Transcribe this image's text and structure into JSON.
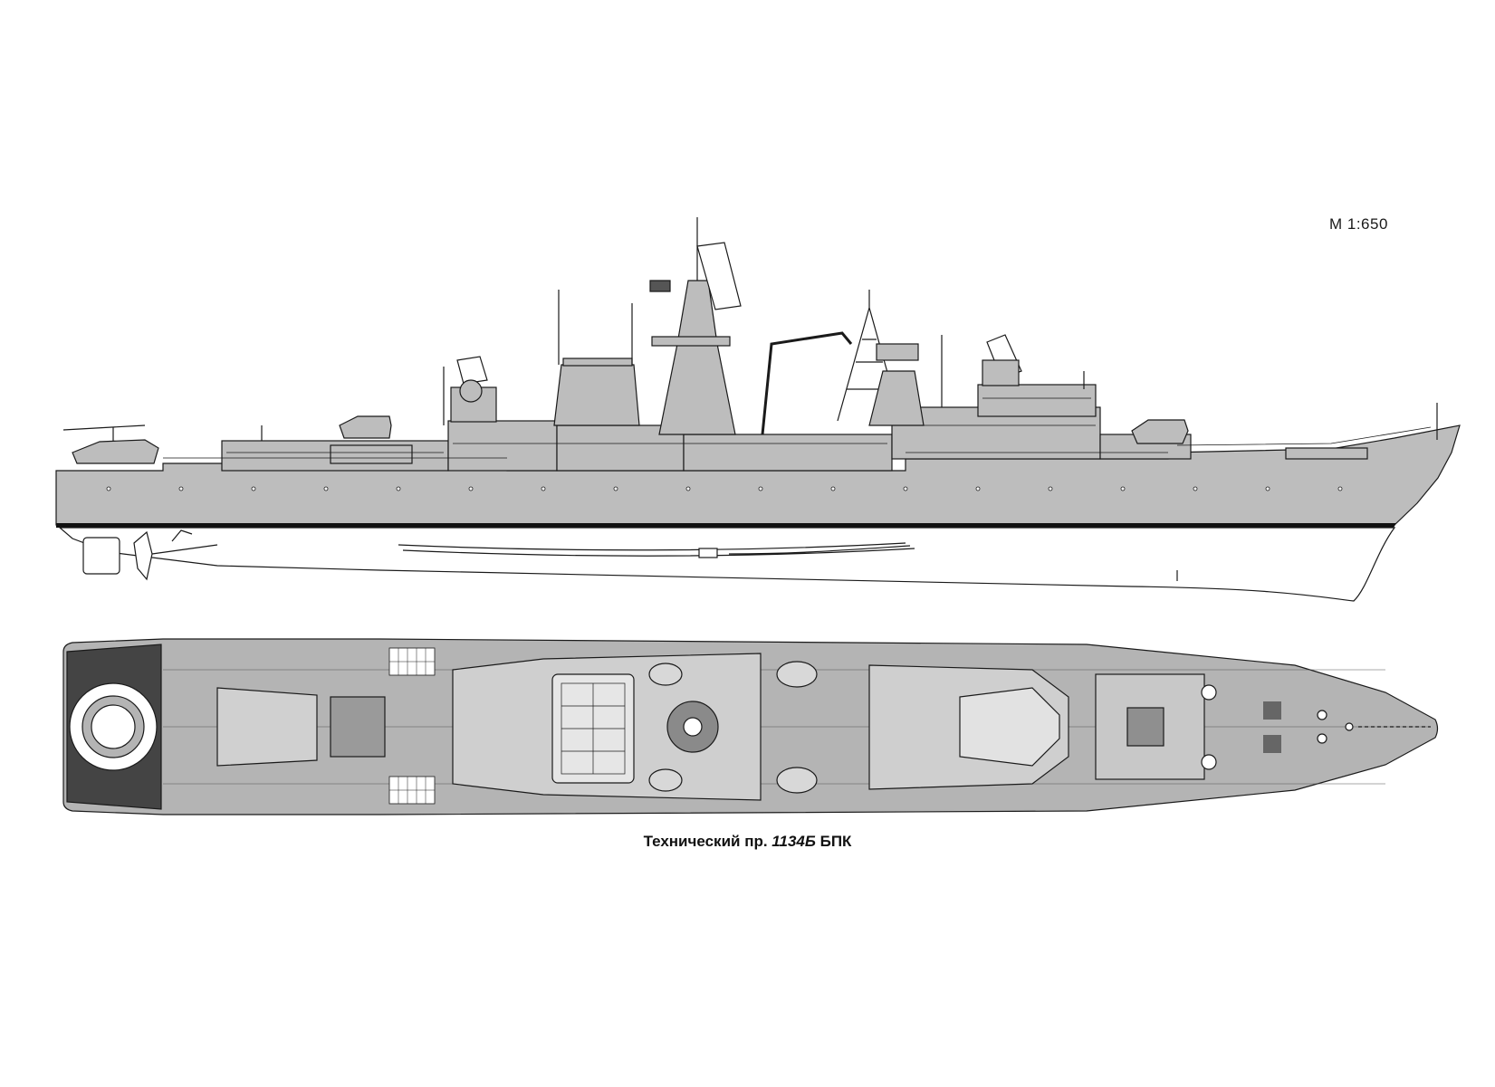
{
  "drawing": {
    "scale": "М 1:650",
    "caption_prefix": "Технический пр. ",
    "caption_number": "1134Б",
    "caption_suffix": " БПК"
  },
  "colors": {
    "hull_gray": "#bdbdbd",
    "deck_gray": "#b4b4b4",
    "line": "#1a1a1a",
    "stripe": "#111111",
    "paper": "#ffffff"
  }
}
